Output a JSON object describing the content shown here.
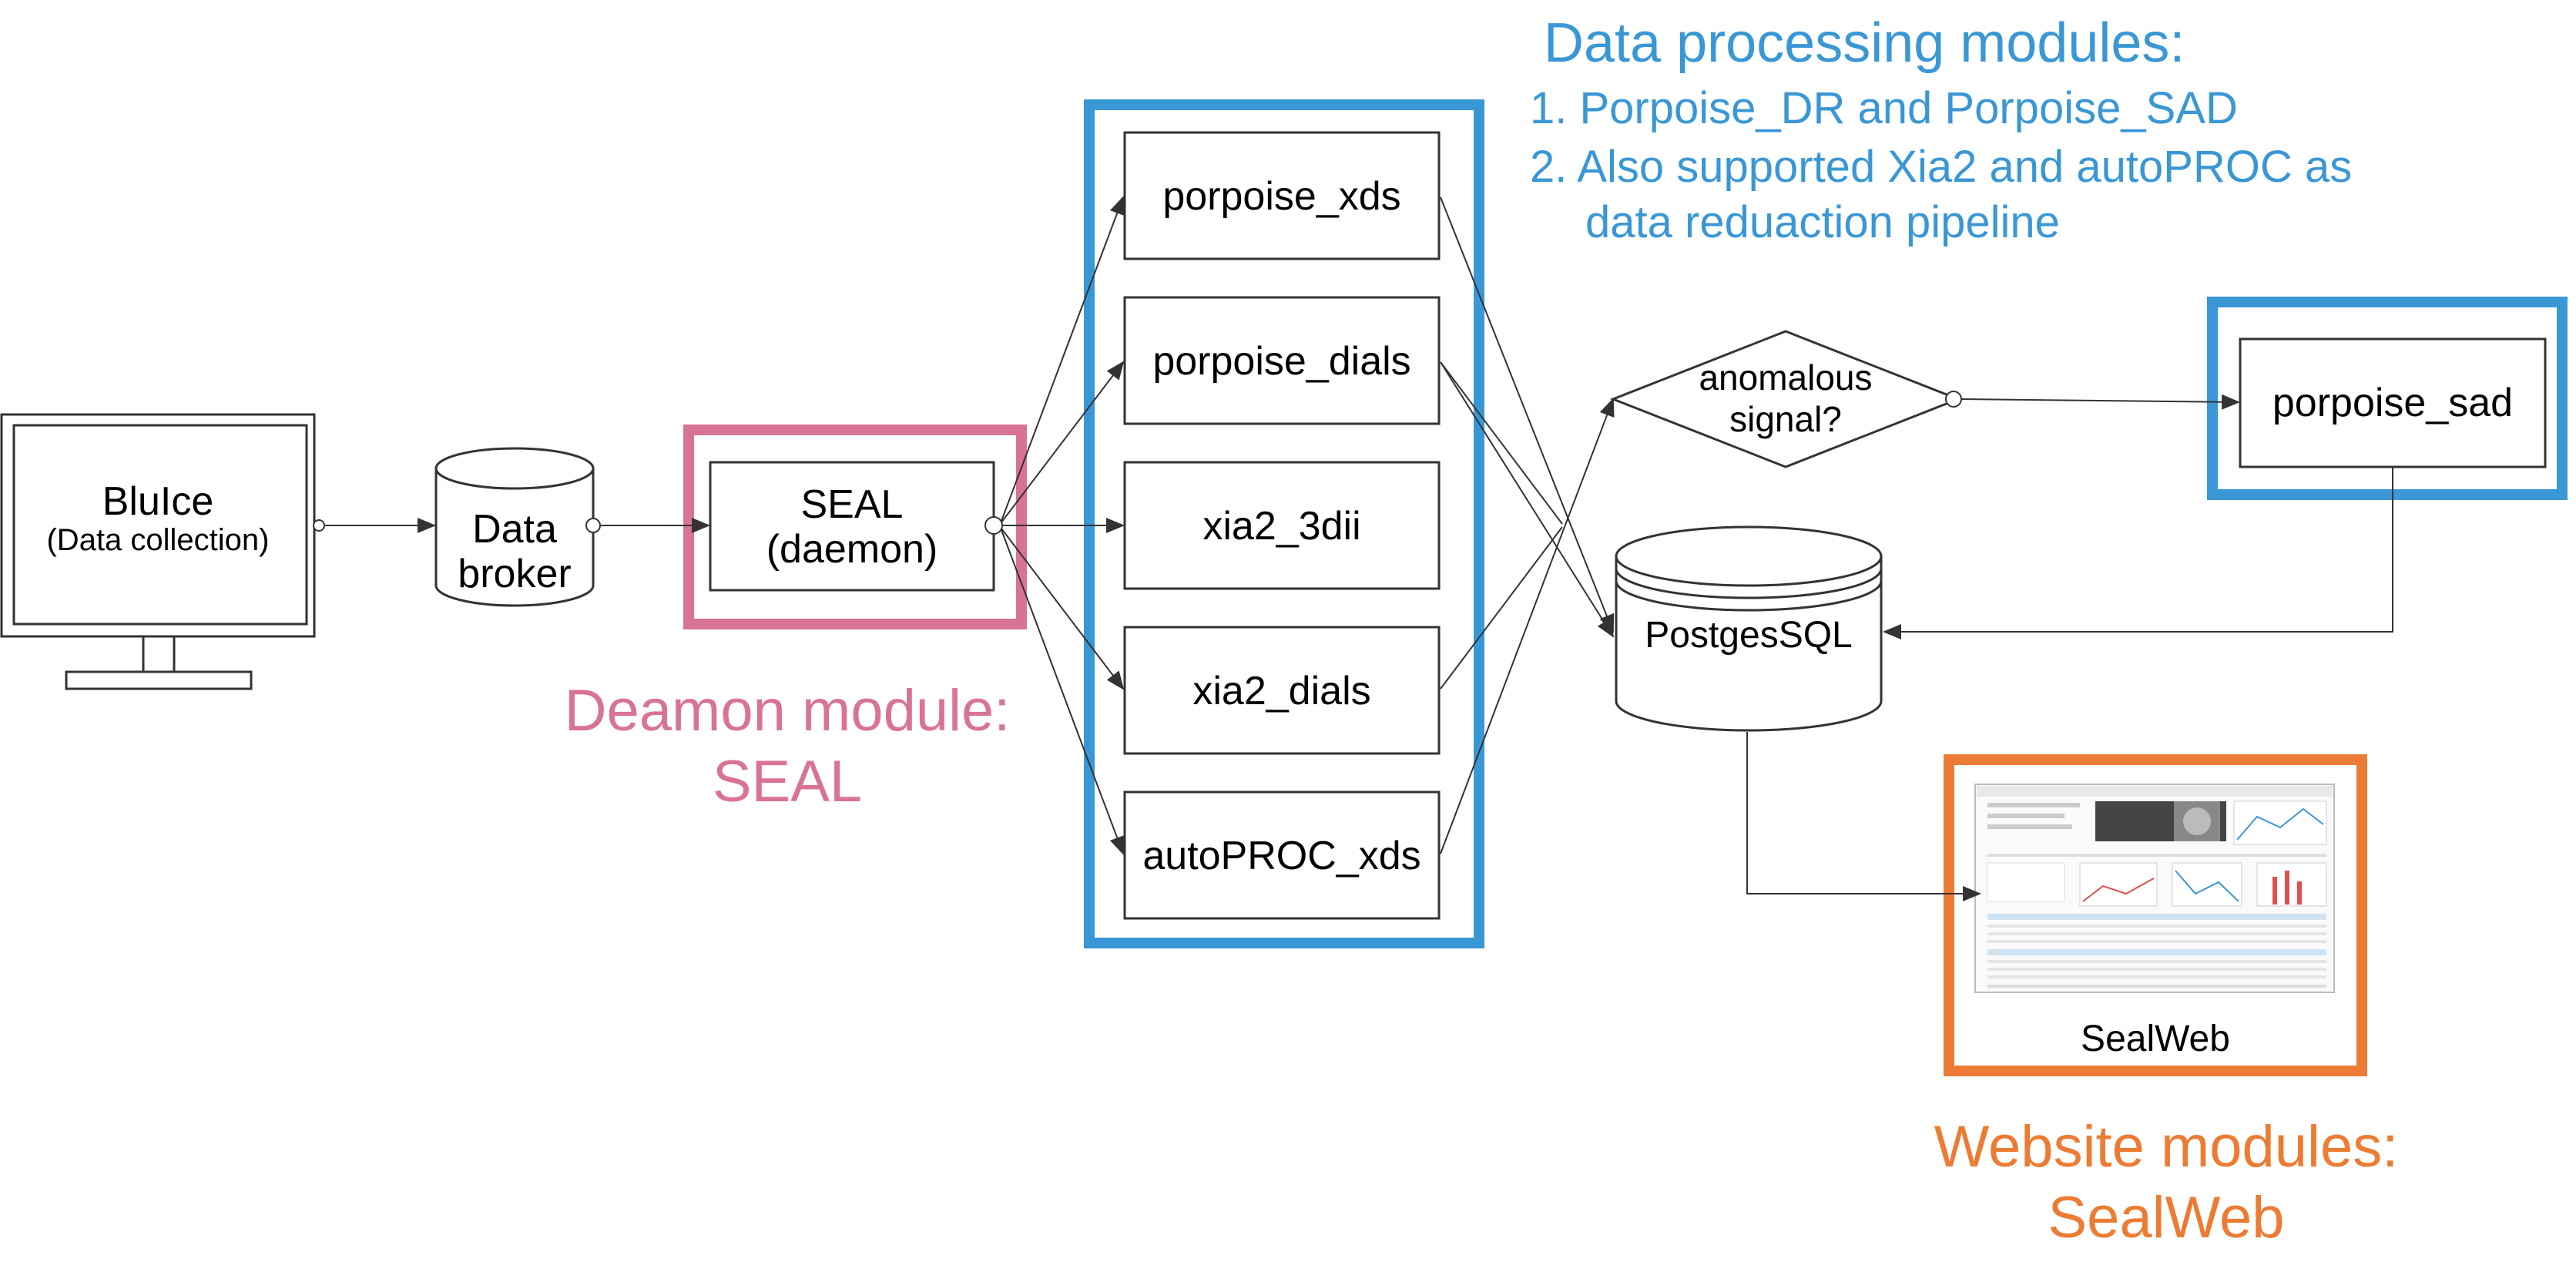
{
  "nodes": {
    "bluice": {
      "title": "BluIce",
      "subtitle": "(Data collection)"
    },
    "broker": {
      "line1": "Data",
      "line2": "broker"
    },
    "seal": {
      "line1": "SEAL",
      "line2": "(daemon)"
    },
    "pipelines": [
      "porpoise_xds",
      "porpoise_dials",
      "xia2_3dii",
      "xia2_dials",
      "autoPROC_xds"
    ],
    "decision": {
      "line1": "anomalous",
      "line2": "signal?"
    },
    "database": {
      "label": "PostgesSQL"
    },
    "sad": {
      "label": "porpoise_sad"
    },
    "sealweb": {
      "label": "SealWeb"
    }
  },
  "annotations": {
    "processing": {
      "title": "Data processing modules:",
      "item1": "1. Porpoise_DR and Porpoise_SAD",
      "item2_line1": "2. Also supported Xia2 and autoPROC as",
      "item2_line2": "data reduaction pipeline"
    },
    "daemon": {
      "line1": "Deamon module:",
      "line2": "SEAL"
    },
    "website": {
      "line1": "Website modules:",
      "line2": "SealWeb"
    }
  },
  "colors": {
    "processing": "#3a97d5",
    "daemon": "#d97396",
    "website": "#ec7c33",
    "stroke": "#333333"
  }
}
